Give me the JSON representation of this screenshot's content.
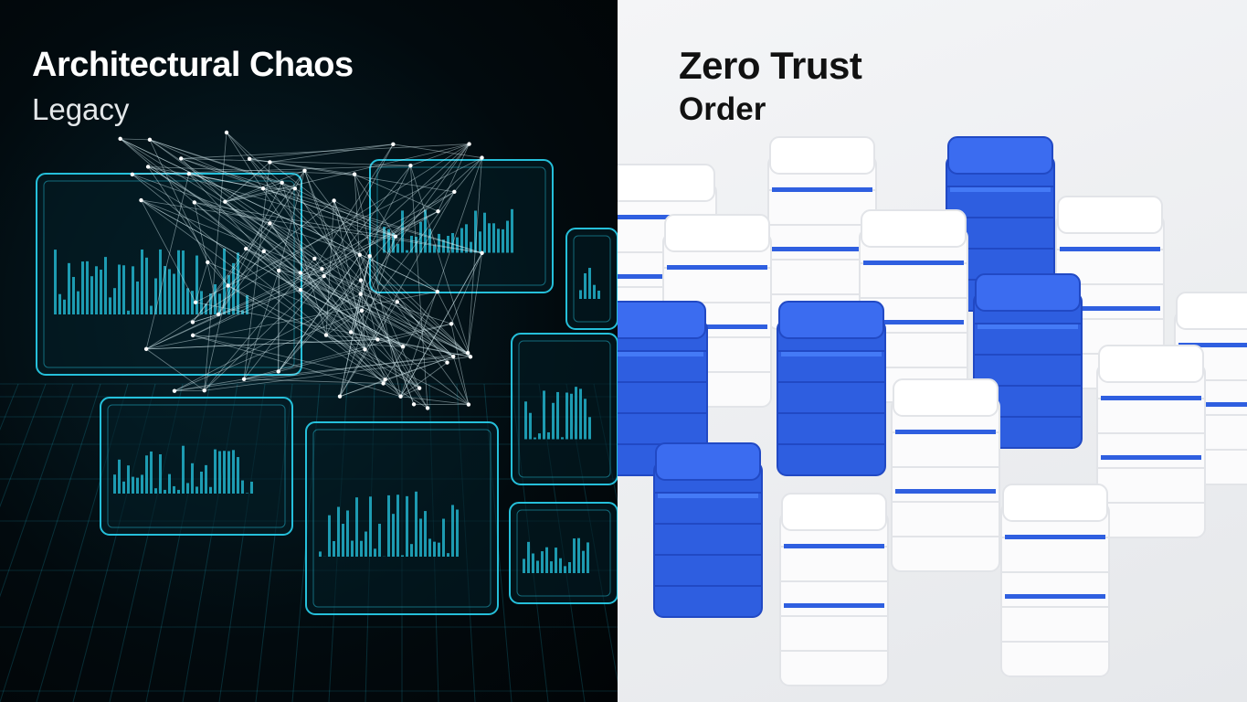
{
  "left_panel": {
    "title": "Architectural Chaos",
    "subtitle": "Legacy",
    "accent_color": "#29d3f0",
    "background_color": "#020a0e"
  },
  "right_panel": {
    "title": "Zero Trust",
    "subtitle": "Order",
    "accent_color": "#2f5fe0",
    "background_color": "#eceef0"
  }
}
